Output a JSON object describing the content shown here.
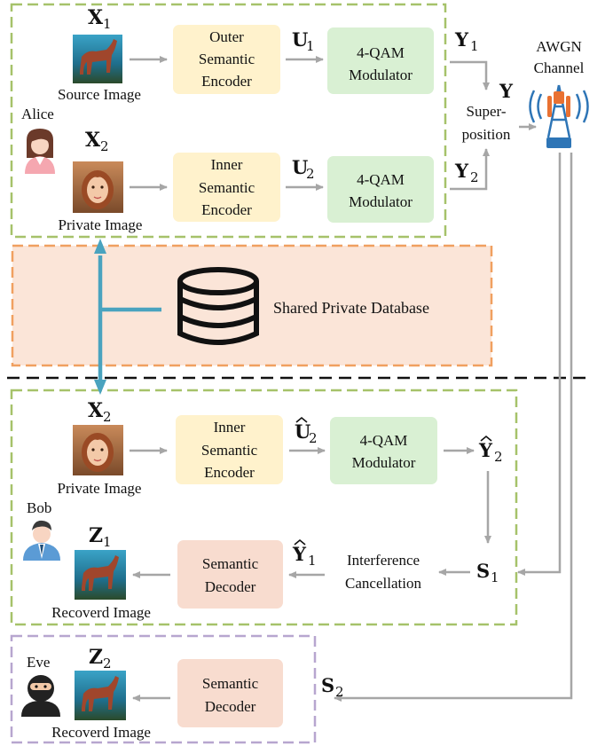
{
  "colors": {
    "alice_border": "#a6c26a",
    "bob_border": "#a6c26a",
    "eve_border": "#b7a6cf",
    "db_border": "#f0a060",
    "db_fill": "#fbe5d8",
    "encoder_fill": "#fff2cc",
    "modulator_fill": "#d9f0d3",
    "decoder_fill": "#f8dccf",
    "arrow": "#a6a6a6",
    "link": "#4aa3bf",
    "divider": "#111111"
  },
  "alice": {
    "name": "Alice",
    "x1": {
      "var": "X",
      "sub": "1",
      "caption": "Source Image"
    },
    "x2": {
      "var": "X",
      "sub": "2",
      "caption": "Private Image"
    },
    "outer_encoder": [
      "Outer",
      "Semantic",
      "Encoder"
    ],
    "inner_encoder": [
      "Inner",
      "Semantic",
      "Encoder"
    ],
    "u1": {
      "var": "U",
      "sub": "1"
    },
    "u2": {
      "var": "U",
      "sub": "2"
    },
    "mod1": [
      "4-QAM",
      "Modulator"
    ],
    "mod2": [
      "4-QAM",
      "Modulator"
    ],
    "y1": {
      "var": "Y",
      "sub": "1"
    },
    "y2": {
      "var": "Y",
      "sub": "2"
    }
  },
  "superposition": {
    "var": "Y",
    "label": [
      "Super-",
      "position"
    ]
  },
  "channel": {
    "label": [
      "AWGN",
      "Channel"
    ],
    "icon": "antenna-tower-icon"
  },
  "database": {
    "label": "Shared Private Database",
    "icon": "database-icon"
  },
  "bob": {
    "name": "Bob",
    "x2": {
      "var": "X",
      "sub": "2",
      "caption": "Private Image"
    },
    "inner_encoder": [
      "Inner",
      "Semantic",
      "Encoder"
    ],
    "u2hat": {
      "var": "U",
      "sub": "2"
    },
    "mod": [
      "4-QAM",
      "Modulator"
    ],
    "y2hat": {
      "var": "Y",
      "sub": "2"
    },
    "s1": {
      "var": "S",
      "sub": "1"
    },
    "interference": [
      "Interference",
      "Cancellation"
    ],
    "y1hat": {
      "var": "Y",
      "sub": "1"
    },
    "decoder": [
      "Semantic",
      "Decoder"
    ],
    "z1": {
      "var": "Z",
      "sub": "1",
      "caption": "Recoverd Image"
    }
  },
  "eve": {
    "name": "Eve",
    "s2": {
      "var": "S",
      "sub": "2"
    },
    "decoder": [
      "Semantic",
      "Decoder"
    ],
    "z2": {
      "var": "Z",
      "sub": "2",
      "caption": "Recoverd Image"
    }
  }
}
